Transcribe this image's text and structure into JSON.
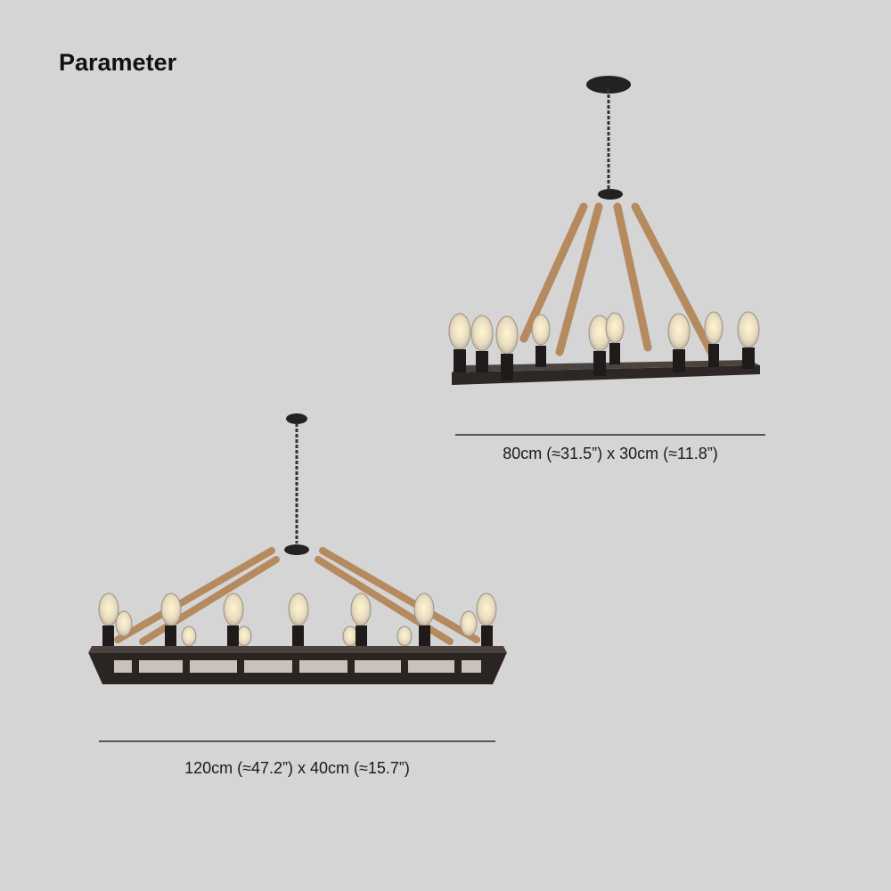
{
  "title": "Parameter",
  "products": [
    {
      "dimensions": "80cm (≈31.5”) x 30cm (≈11.8”)"
    },
    {
      "dimensions": "120cm (≈47.2”) x 40cm (≈15.7”)"
    }
  ],
  "colors": {
    "background": "#d5d5d5",
    "metal": "#2a2624",
    "rope": "#b58a5e",
    "bulb": "#f2e6c8"
  }
}
